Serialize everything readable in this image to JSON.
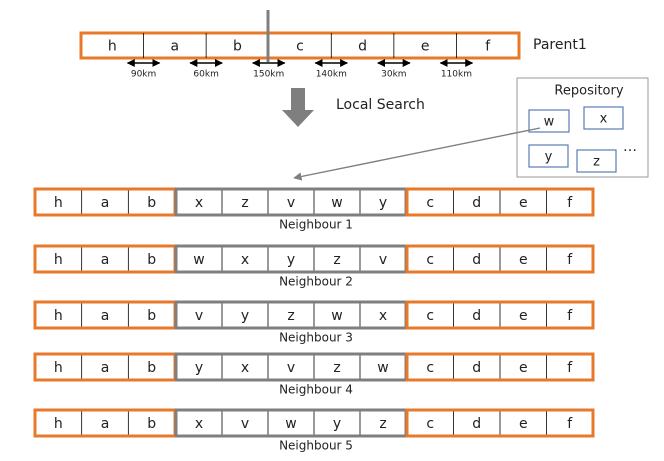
{
  "parent": {
    "label": "Parent1",
    "cells": [
      "h",
      "a",
      "b",
      "c",
      "d",
      "e",
      "f"
    ],
    "distances": [
      "90km",
      "60km",
      "150km",
      "140km",
      "30km",
      "110km"
    ]
  },
  "operation_label": "Local Search",
  "repository": {
    "title": "Repository",
    "items": [
      "w",
      "x",
      "y",
      "z"
    ],
    "ellipsis": "…"
  },
  "neighbours": [
    {
      "label": "Neighbour 1",
      "left": [
        "h",
        "a",
        "b"
      ],
      "middle": [
        "x",
        "z",
        "v",
        "w",
        "y"
      ],
      "right": [
        "c",
        "d",
        "e",
        "f"
      ]
    },
    {
      "label": "Neighbour 2",
      "left": [
        "h",
        "a",
        "b"
      ],
      "middle": [
        "w",
        "x",
        "y",
        "z",
        "v"
      ],
      "right": [
        "c",
        "d",
        "e",
        "f"
      ]
    },
    {
      "label": "Neighbour 3",
      "left": [
        "h",
        "a",
        "b"
      ],
      "middle": [
        "v",
        "y",
        "z",
        "w",
        "x"
      ],
      "right": [
        "c",
        "d",
        "e",
        "f"
      ]
    },
    {
      "label": "Neighbour 4",
      "left": [
        "h",
        "a",
        "b"
      ],
      "middle": [
        "y",
        "x",
        "v",
        "z",
        "w"
      ],
      "right": [
        "c",
        "d",
        "e",
        "f"
      ]
    },
    {
      "label": "Neighbour 5",
      "left": [
        "h",
        "a",
        "b"
      ],
      "middle": [
        "x",
        "v",
        "w",
        "y",
        "z"
      ],
      "right": [
        "c",
        "d",
        "e",
        "f"
      ]
    }
  ],
  "colors": {
    "orange": "#e8792b",
    "gray": "#7f7f7f",
    "blue": "#5a7bb8",
    "text": "#222222"
  }
}
